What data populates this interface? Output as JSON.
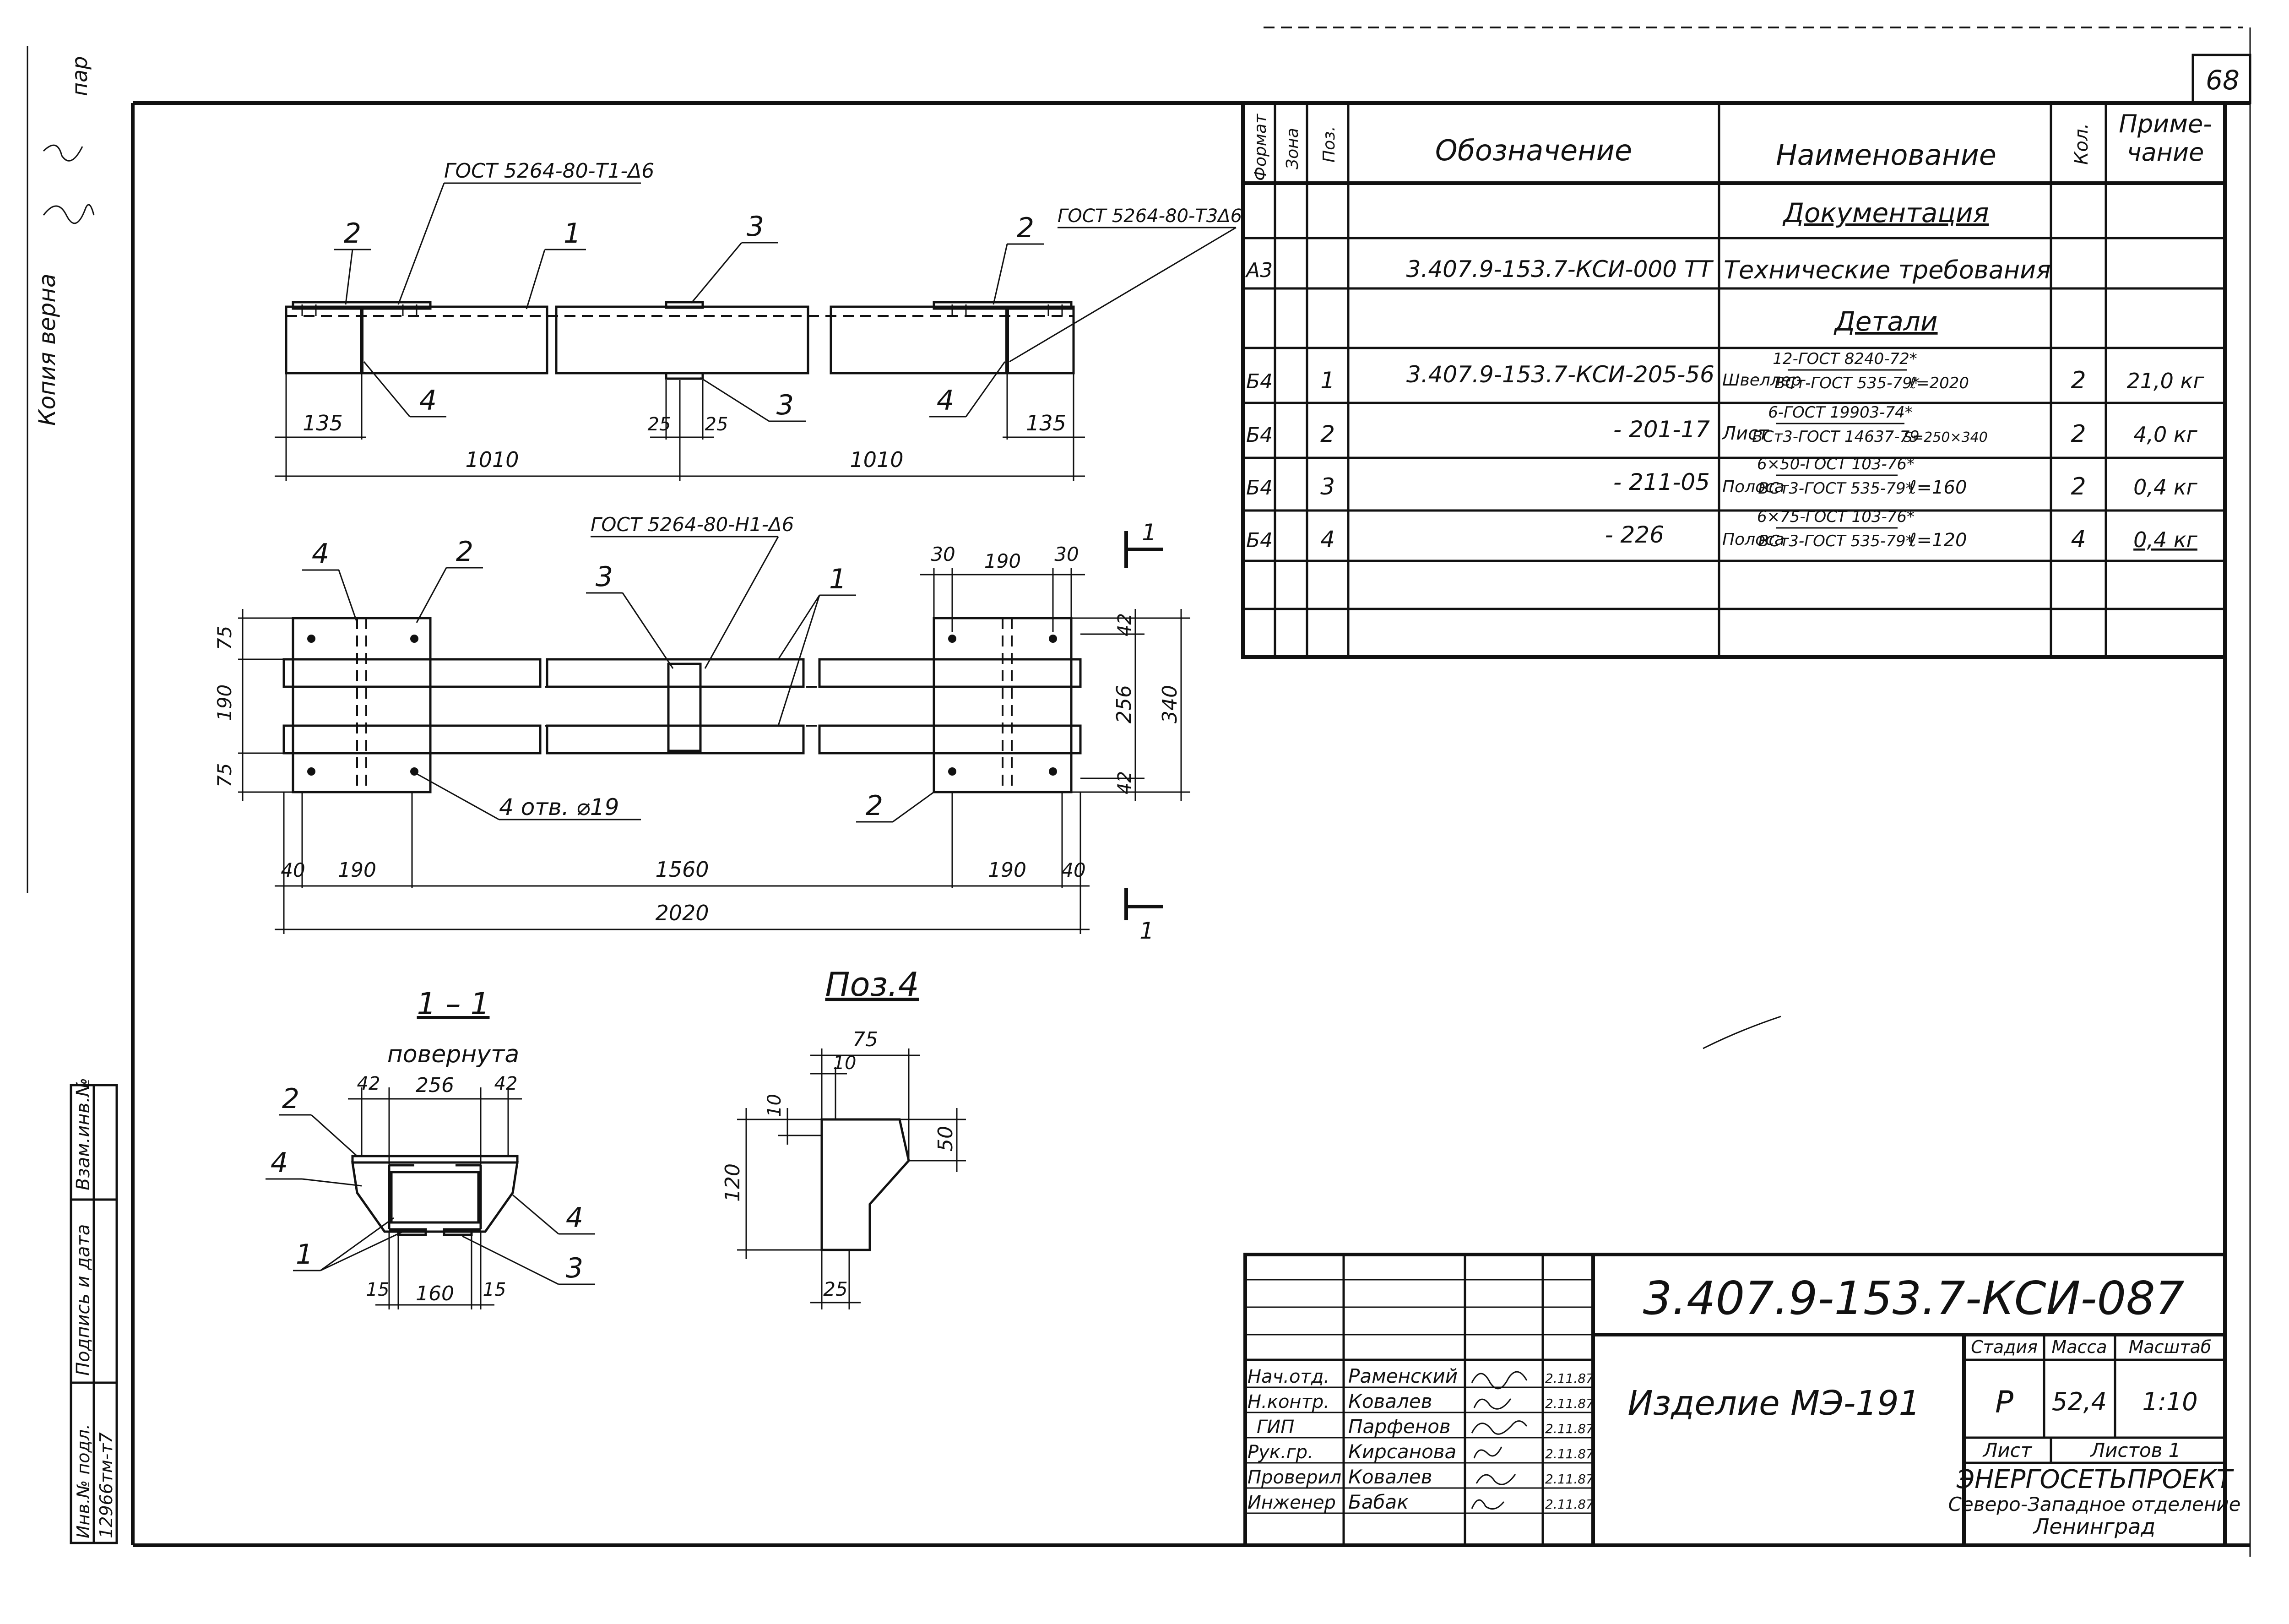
{
  "page_number": "68",
  "margin_notes": {
    "copy_verified": "Копия верна",
    "corner": "пар"
  },
  "side_stamp": {
    "inv_replace": "Взам.инв.№",
    "sign_date": "Подпись и дата",
    "inv_orig": "Инв.№ подл.",
    "inv_number": "12966тм-т7"
  },
  "spec_table": {
    "headers": {
      "format": "Формат",
      "zone": "Зона",
      "pos": "Поз.",
      "designation": "Обозначение",
      "name": "Наименование",
      "qty": "Кол.",
      "note": "Приме- чание"
    },
    "section_documentation": "Документация",
    "section_parts": "Детали",
    "doc_row": {
      "format": "А3",
      "designation": "3.407.9-153.7-КСИ-000 ТТ",
      "name": "Технические требования"
    },
    "rows": [
      {
        "format": "Б4",
        "pos": "1",
        "designation": "3.407.9-153.7-КСИ-205-56",
        "item": "Швеллер",
        "spec_top": "12-ГОСТ 8240-72*",
        "spec_bottom": "ВСт-ГОСТ 535-79*",
        "size": "ℓ=2020",
        "qty": "2",
        "note": "21,0 кг"
      },
      {
        "format": "Б4",
        "pos": "2",
        "designation": "- 201-17",
        "item": "Лист",
        "spec_top": "6-ГОСТ 19903-74*",
        "spec_bottom": "ВСт3-ГОСТ 14637-79",
        "size": "S=250×340",
        "qty": "2",
        "note": "4,0 кг"
      },
      {
        "format": "Б4",
        "pos": "3",
        "designation": "- 211-05",
        "item": "Полоса",
        "spec_top": "6×50-ГОСТ 103-76*",
        "spec_bottom": "ВСт3-ГОСТ 535-79*",
        "size": "ℓ=160",
        "qty": "2",
        "note": "0,4 кг"
      },
      {
        "format": "Б4",
        "pos": "4",
        "designation": "- 226",
        "item": "Полоса",
        "spec_top": "6×75-ГОСТ 103-76*",
        "spec_bottom": "ВСт3-ГОСТ 535-79*",
        "size": "ℓ=120",
        "qty": "4",
        "note": "0,4 кг"
      }
    ]
  },
  "front_view": {
    "weld_left": "ГОСТ 5264-80-Т1-Δ6",
    "weld_right": "ГОСТ 5264-80-Т3Δ6",
    "callouts": [
      "2",
      "1",
      "3",
      "2",
      "4",
      "3",
      "4"
    ],
    "dims": {
      "left_offset": "135",
      "right_offset": "135",
      "half_left": "1010",
      "half_right": "1010",
      "gap_left": "25",
      "gap_right": "25"
    }
  },
  "plan_view": {
    "weld_mid": "ГОСТ 5264-80-Н1-Δ6",
    "callouts": [
      "4",
      "2",
      "3",
      "1",
      "2"
    ],
    "holes": "4 отв. ⌀19",
    "section_mark": "1",
    "dims": {
      "top_30a": "30",
      "top_190": "190",
      "top_30b": "30",
      "left_75a": "75",
      "left_190": "190",
      "left_75b": "75",
      "right_42a": "42",
      "right_256": "256",
      "right_42b": "42",
      "right_340": "340",
      "bottom_40a": "40",
      "bottom_190a": "190",
      "bottom_1560": "1560",
      "bottom_190b": "190",
      "bottom_40b": "40",
      "total": "2020"
    }
  },
  "section_view": {
    "title": "1 – 1",
    "subtitle": "повернута",
    "callouts": [
      "2",
      "4",
      "1",
      "4",
      "3"
    ],
    "dims": {
      "d42a": "42",
      "d256": "256",
      "d42b": "42",
      "d15a": "15",
      "d160": "160",
      "d15b": "15"
    }
  },
  "pos4_view": {
    "title": "Поз.4",
    "dims": {
      "d75": "75",
      "d10a": "10",
      "d10b": "10",
      "d120": "120",
      "d50": "50",
      "d25": "25"
    }
  },
  "title_block": {
    "doc_code": "3.407.9-153.7-КСИ-087",
    "product": "Изделие МЭ-191",
    "stage_label": "Стадия",
    "mass_label": "Масса",
    "scale_label": "Масштаб",
    "stage": "Р",
    "mass": "52,4",
    "scale": "1:10",
    "sheet_label": "Лист",
    "sheets_label": "Листов 1",
    "org_line1": "ЭНЕРГОСЕТЬПРОЕКТ",
    "org_line2": "Северо-Западное отделение",
    "org_line3": "Ленинград",
    "signatures": [
      {
        "role": "Нач.отд.",
        "name": "Раменский",
        "date": "2.11.87"
      },
      {
        "role": "Н.контр.",
        "name": "Ковалев",
        "date": "2.11.87"
      },
      {
        "role": "ГИП",
        "name": "Парфенов",
        "date": "2.11.87"
      },
      {
        "role": "Рук.гр.",
        "name": "Кирсанова",
        "date": "2.11.87"
      },
      {
        "role": "Проверил",
        "name": "Ковалев",
        "date": "2.11.87"
      },
      {
        "role": "Инженер",
        "name": "Бабак",
        "date": "2.11.87"
      }
    ]
  }
}
